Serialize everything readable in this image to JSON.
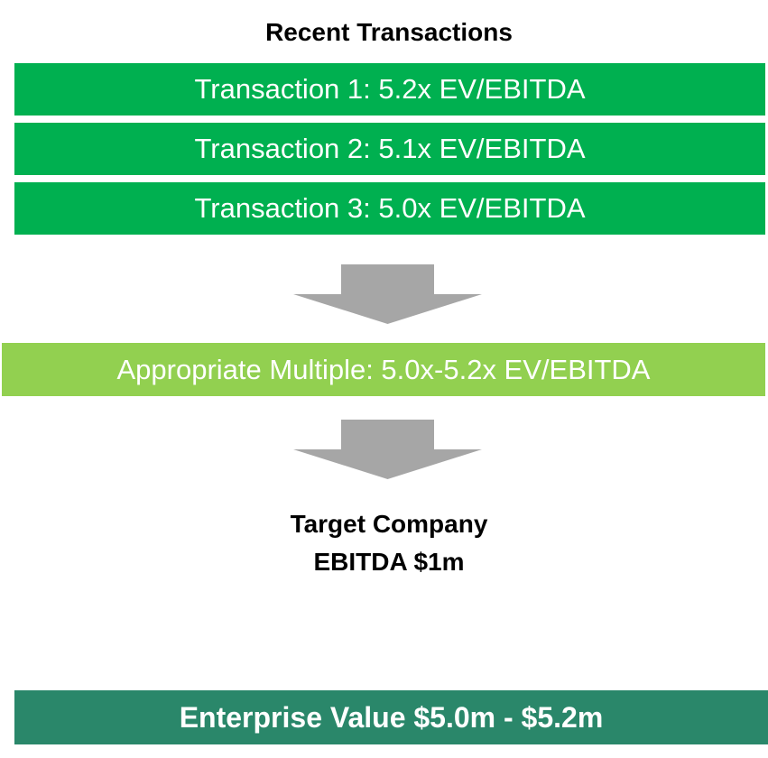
{
  "title": "Recent Transactions",
  "transactions": [
    {
      "label": "Transaction 1: 5.2x EV/EBITDA"
    },
    {
      "label": "Transaction 2: 5.1x EV/EBITDA"
    },
    {
      "label": "Transaction 3: 5.0x EV/EBITDA"
    }
  ],
  "multiple": {
    "label": "Appropriate Multiple: 5.0x-5.2x EV/EBITDA"
  },
  "target": {
    "line1": "Target Company",
    "line2": "EBITDA $1m"
  },
  "result": {
    "label": "Enterprise Value $5.0m - $5.2m"
  },
  "colors": {
    "transaction_bar": "#00b050",
    "multiple_bar": "#92d050",
    "result_bar": "#2a876a",
    "arrow": "#a6a6a6"
  }
}
